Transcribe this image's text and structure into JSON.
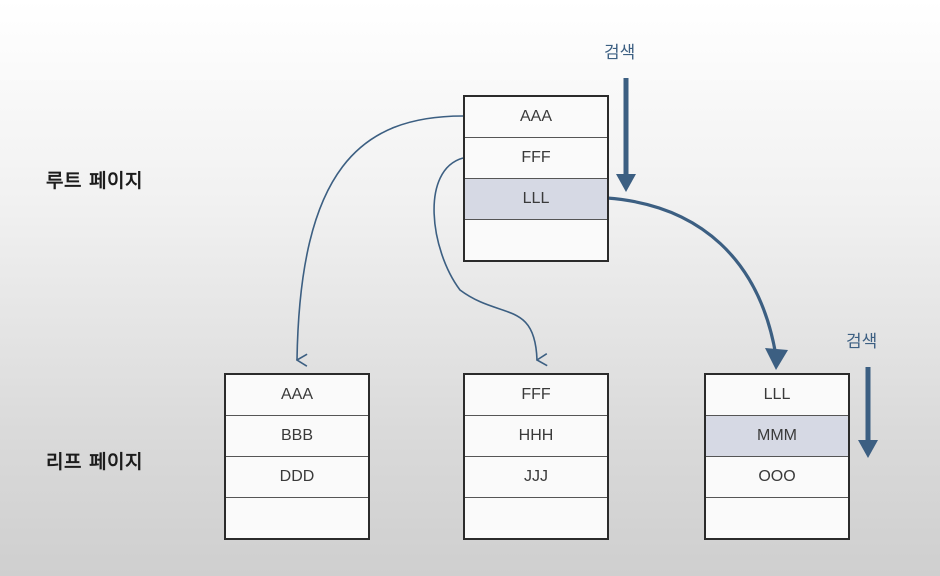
{
  "labels": {
    "root": "루트 페이지",
    "leaf": "리프 페이지"
  },
  "search": {
    "root": "검색",
    "leaf": "검색"
  },
  "root_page": {
    "cells": [
      "AAA",
      "FFF",
      "LLL",
      ""
    ],
    "highlight": 2
  },
  "leaf_pages": [
    {
      "cells": [
        "AAA",
        "BBB",
        "DDD",
        ""
      ],
      "highlight": -1
    },
    {
      "cells": [
        "FFF",
        "HHH",
        "JJJ",
        ""
      ],
      "highlight": -1
    },
    {
      "cells": [
        "LLL",
        "MMM",
        "OOO",
        ""
      ],
      "highlight": 1
    }
  ],
  "colors": {
    "arrow": "#3c5f82",
    "highlight": "#d6d9e4"
  }
}
